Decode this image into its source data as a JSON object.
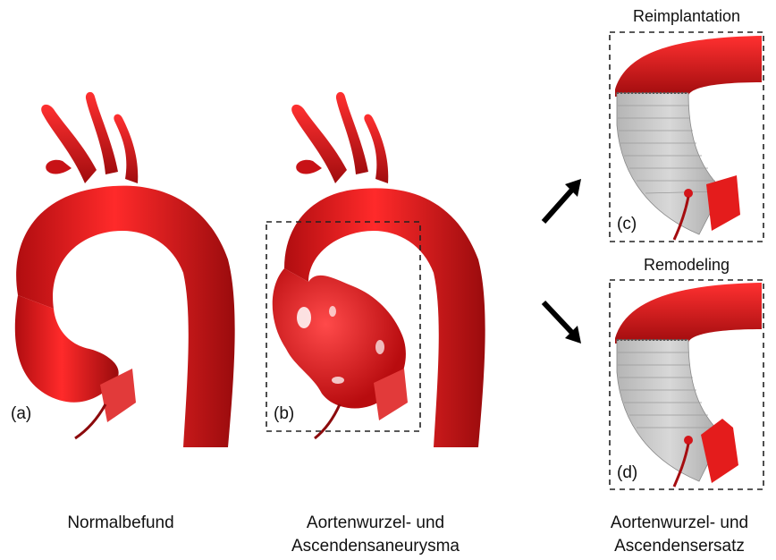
{
  "panels": {
    "a": {
      "letter": "(a)",
      "caption": "Normalbefund"
    },
    "b": {
      "letter": "(b)",
      "caption_line1": "Aortenwurzel- und",
      "caption_line2": "Ascendensaneurysma"
    },
    "c": {
      "letter": "(c)",
      "title": "Reimplantation"
    },
    "d": {
      "letter": "(d)",
      "title": "Remodeling"
    },
    "right_caption_line1": "Aortenwurzel- und",
    "right_caption_line2": "Ascendensersatz"
  },
  "colors": {
    "aorta": "#e0161b",
    "aorta_dark": "#8c0a0c",
    "graft": "#c9c9c9",
    "frame": "#222222"
  },
  "icons": [
    "arrow-up-right-icon",
    "arrow-down-right-icon"
  ]
}
